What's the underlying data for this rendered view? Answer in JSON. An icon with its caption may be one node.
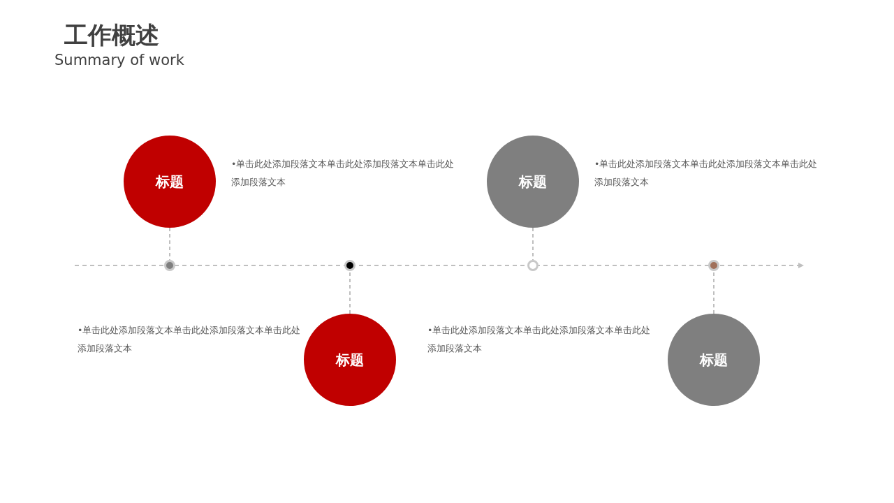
{
  "diagram": {
    "title": "工作概述",
    "nodes": [
      {
        "text": [
          "标题"
        ],
        "beside": [
          "•单击此处添加段落文本单击此处添加段落文本单击此处添加段落文本"
        ]
      },
      {
        "text": [
          "标题"
        ],
        "beside": [
          "•单击此处添加段落文本单击此处添加段落文本单击此处添加段落文本"
        ]
      },
      {
        "text": [
          "标题"
        ],
        "beside": [
          "•单击此处添加段落文本单击此处添加段落文本单击此处添加段落文本"
        ]
      },
      {
        "text": [
          "标题"
        ],
        "beside": [
          "•单击此处添加段落文本单击此处添加段落文本单击此处添加段落文本"
        ]
      },
      {
        "text": [],
        "shape": "circle"
      },
      {
        "text": [],
        "shape": "circle"
      },
      {
        "text": [],
        "shape": "circle"
      },
      {
        "text": [],
        "shape": "circle"
      }
    ],
    "edges": [
      {
        "from": 0,
        "to": 4,
        "arrow": "none",
        "style": "dashed"
      },
      {
        "from": 1,
        "to": 5,
        "arrow": "none",
        "style": "dashed"
      },
      {
        "from": 2,
        "to": 6,
        "arrow": "none",
        "style": "dashed"
      },
      {
        "from": 3,
        "to": 7,
        "arrow": "none",
        "style": "dashed"
      }
    ],
    "labels": [
      "Summary of work"
    ]
  }
}
